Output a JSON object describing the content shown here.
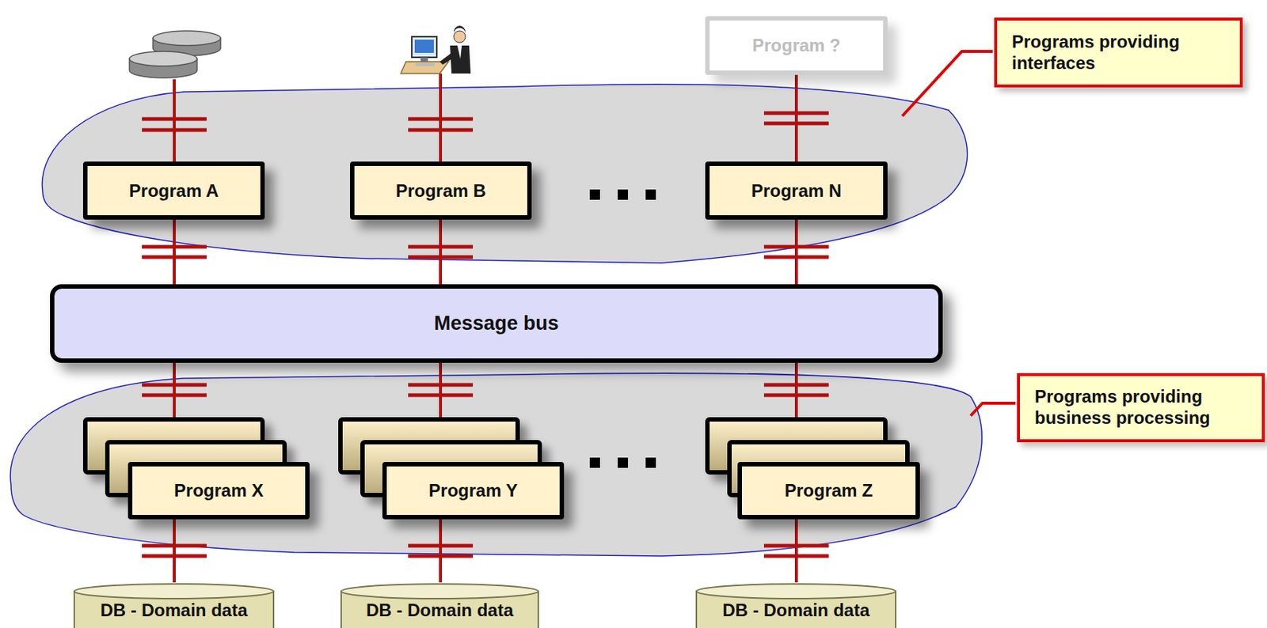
{
  "diagram": {
    "nodes": [
      {
        "text": [
          "Program ?"
        ]
      },
      {
        "text": [
          "Programs providing interfaces"
        ]
      },
      {
        "text": [
          "Program A"
        ]
      },
      {
        "text": [
          "Program B"
        ]
      },
      {
        "text": [
          "Program N"
        ]
      },
      {
        "text": [
          "Message bus"
        ]
      },
      {
        "text": [
          "Programs providing business processing"
        ]
      },
      {
        "text": [
          "Program X"
        ]
      },
      {
        "text": [
          "Program Y"
        ]
      },
      {
        "text": [
          "Program Z"
        ]
      },
      {
        "text": [
          "DB - Domain data"
        ]
      },
      {
        "text": [
          "DB - Domain data"
        ]
      },
      {
        "text": [
          "DB - Domain data"
        ]
      }
    ],
    "edges": [
      {
        "from": 0,
        "to": 4,
        "arrow": "none"
      },
      {
        "from": 2,
        "to": 5,
        "arrow": "none"
      },
      {
        "from": 3,
        "to": 5,
        "arrow": "none"
      },
      {
        "from": 4,
        "to": 5,
        "arrow": "none"
      },
      {
        "from": 5,
        "to": 7,
        "arrow": "none"
      },
      {
        "from": 5,
        "to": 8,
        "arrow": "none"
      },
      {
        "from": 5,
        "to": 9,
        "arrow": "none"
      },
      {
        "from": 7,
        "to": 10,
        "arrow": "none"
      },
      {
        "from": 8,
        "to": 11,
        "arrow": "none"
      },
      {
        "from": 9,
        "to": 12,
        "arrow": "none"
      }
    ]
  }
}
